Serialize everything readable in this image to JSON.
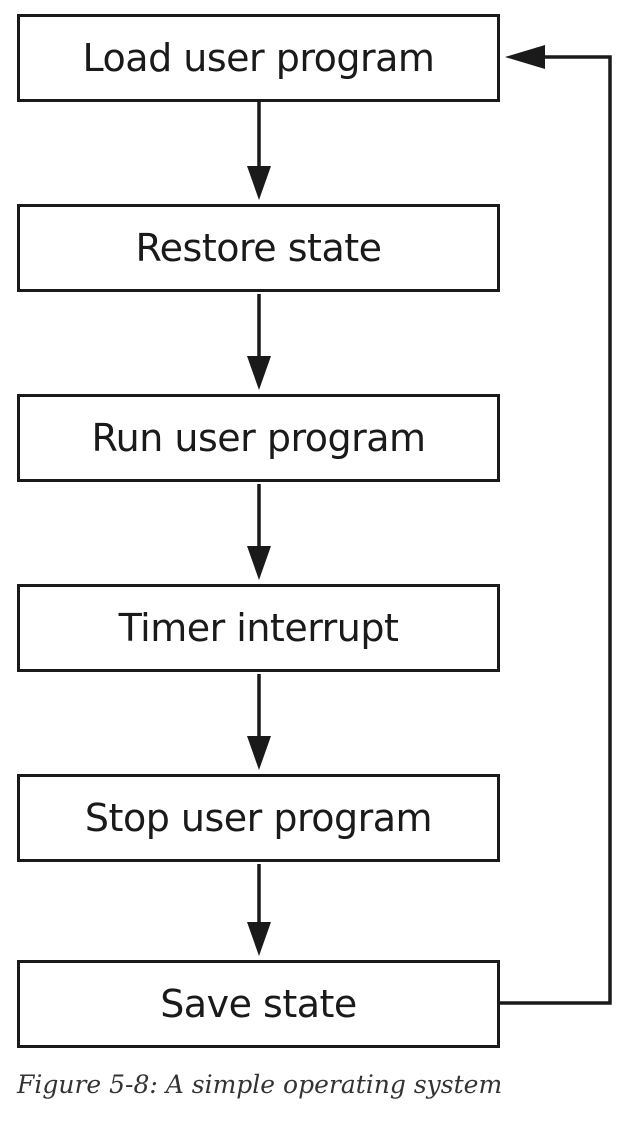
{
  "steps": [
    "Load user program",
    "Restore state",
    "Run user program",
    "Timer interrupt",
    "Stop user program",
    "Save state"
  ],
  "caption": "Figure 5-8: A simple operating system",
  "colors": {
    "stroke": "#1a1a1a",
    "caption": "#333333"
  }
}
